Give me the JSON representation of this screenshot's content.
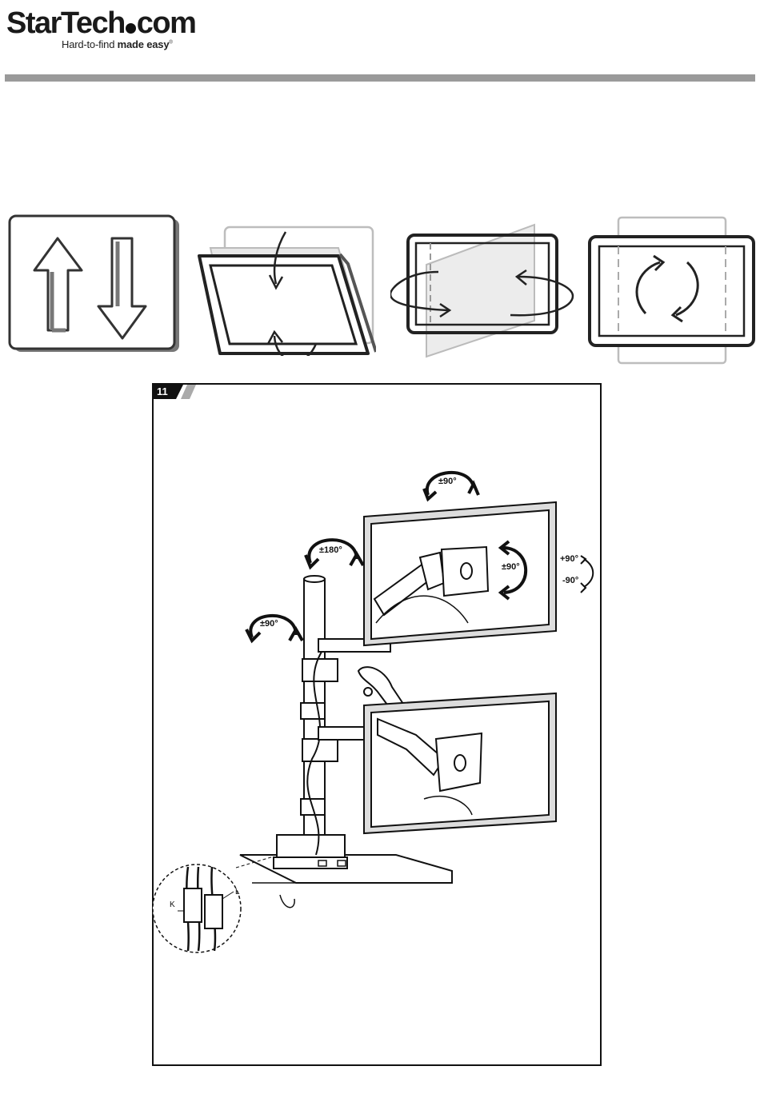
{
  "header": {
    "logo_text_1": "StarTech",
    "logo_text_2": "com",
    "tagline_1": "Hard-to-find ",
    "tagline_2": "made easy",
    "tagline_mark": "®"
  },
  "icons": [
    {
      "name": "height-adjust-icon"
    },
    {
      "name": "tilt-icon"
    },
    {
      "name": "swivel-icon"
    },
    {
      "name": "rotate-icon"
    }
  ],
  "step": {
    "number": "11",
    "labels": {
      "top_swivel": "±90°",
      "pole_rotation": "±180°",
      "arm_swivel": "±90°",
      "screen_rotation": "±90°",
      "tilt_up": "+90°",
      "tilt_down": "-90°",
      "clip_k": "K",
      "clip_l": "L"
    }
  },
  "colors": {
    "rule": "#9a9a9a",
    "line": "#111111",
    "light": "#b5b5b5"
  }
}
